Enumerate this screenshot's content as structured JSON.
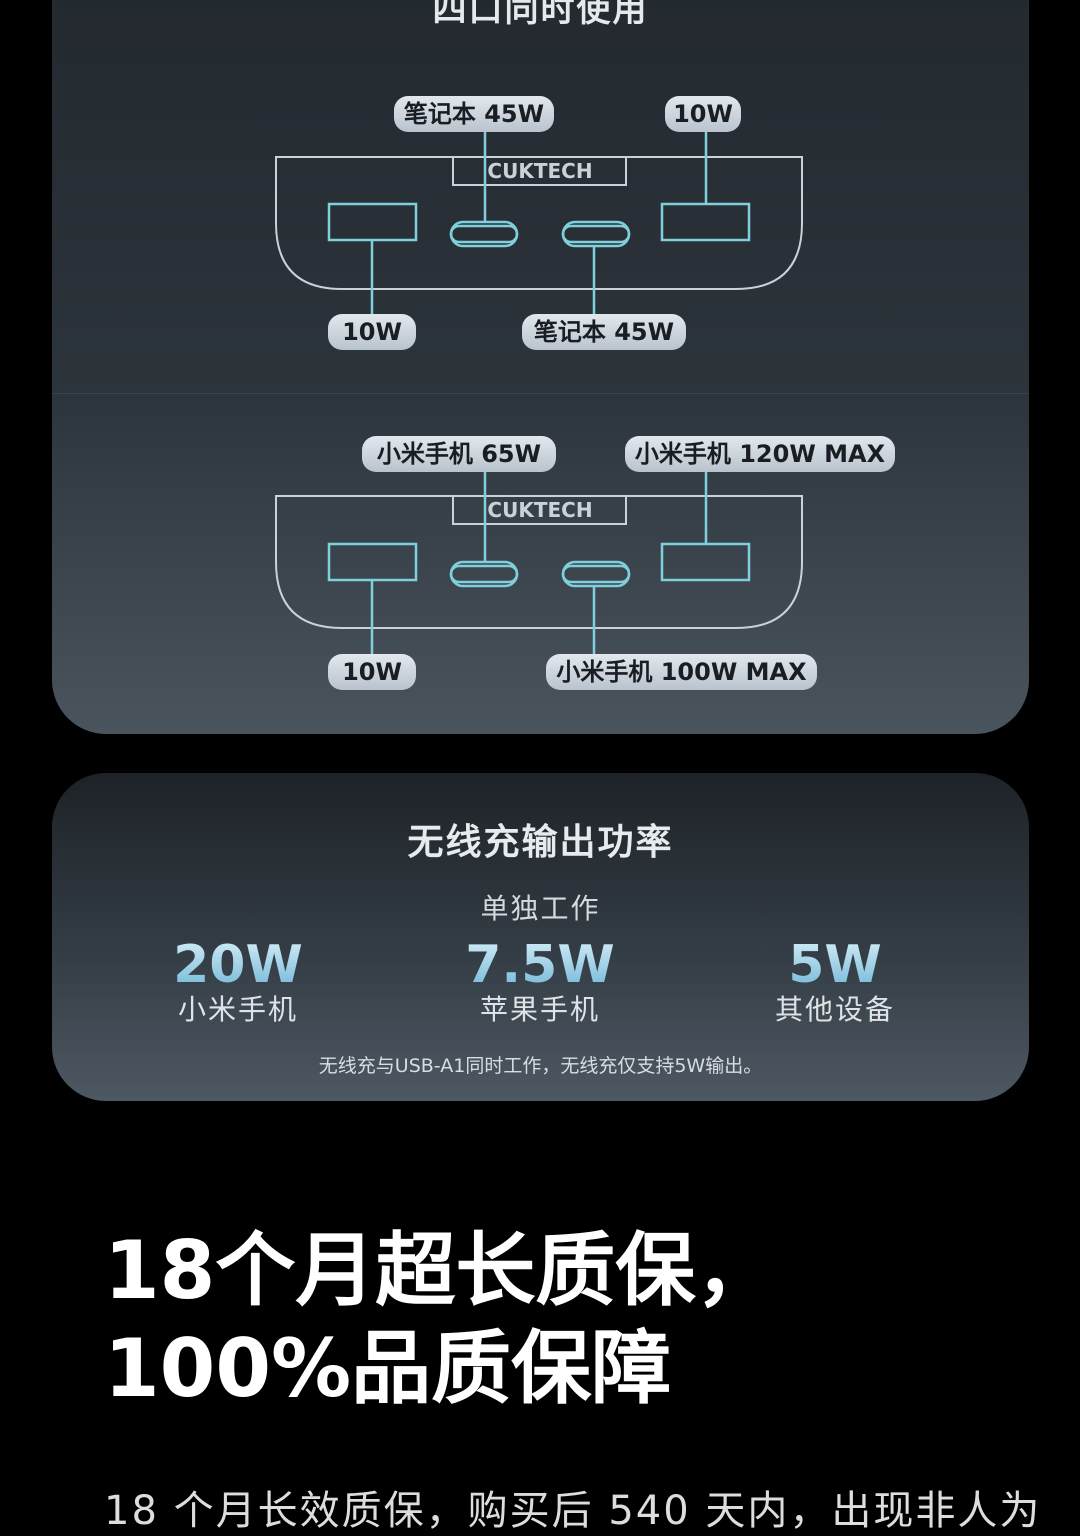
{
  "top_section": {
    "title": "四口同时使用",
    "brand": "CUKTECH",
    "diagram1": {
      "label_top_left": "笔记本 45W",
      "label_top_right": "10W",
      "label_bottom_left": "10W",
      "label_bottom_right": "笔记本 45W"
    },
    "diagram2": {
      "label_top_left": "小米手机 65W",
      "label_top_right": "小米手机 120W MAX",
      "label_bottom_left": "10W",
      "label_bottom_right": "小米手机 100W MAX"
    }
  },
  "wireless": {
    "title": "无线充输出功率",
    "subtitle": "单独工作",
    "stats": [
      {
        "value": "20W",
        "label": "小米手机"
      },
      {
        "value": "7.5W",
        "label": "苹果手机"
      },
      {
        "value": "5W",
        "label": "其他设备"
      }
    ],
    "note": "无线充与USB-A1同时工作，无线充仅支持5W输出。"
  },
  "warranty": {
    "headline_line1": "18个月超长质保，",
    "headline_line2": "100%品质保障",
    "body": "18 个月长效质保，购买后 540 天内，出现非人为"
  },
  "colors": {
    "accent_line": "#7fd0dc",
    "pill_bg": "#cfd7de",
    "stat_value": "#9ed3ea"
  }
}
